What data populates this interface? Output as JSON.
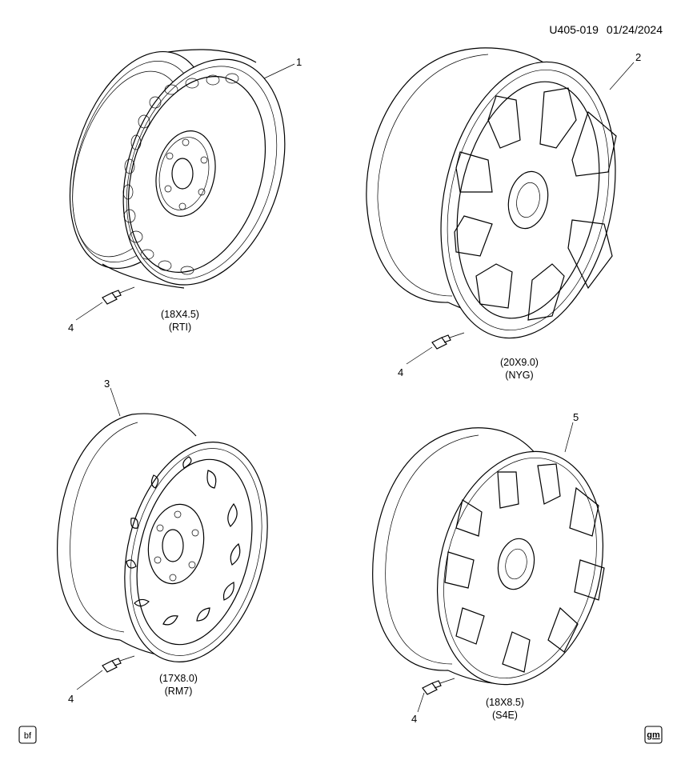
{
  "header": {
    "doc_id": "U405-019",
    "date": "01/24/2024"
  },
  "callouts": [
    "1",
    "2",
    "3",
    "4",
    "4",
    "4",
    "5"
  ],
  "wheels": [
    {
      "callout": "1",
      "size": "(18X4.5)",
      "code": "(RTI)"
    },
    {
      "callout": "2",
      "size": "(20X9.0)",
      "code": "(NYG)"
    },
    {
      "callout": "3",
      "size": "(17X8.0)",
      "code": "(RM7)"
    },
    {
      "callout": "5",
      "size": "(18X8.5)",
      "code": "(S4E)"
    }
  ],
  "valve_callout": "4",
  "badges": {
    "left": "bf",
    "right": "gm"
  }
}
